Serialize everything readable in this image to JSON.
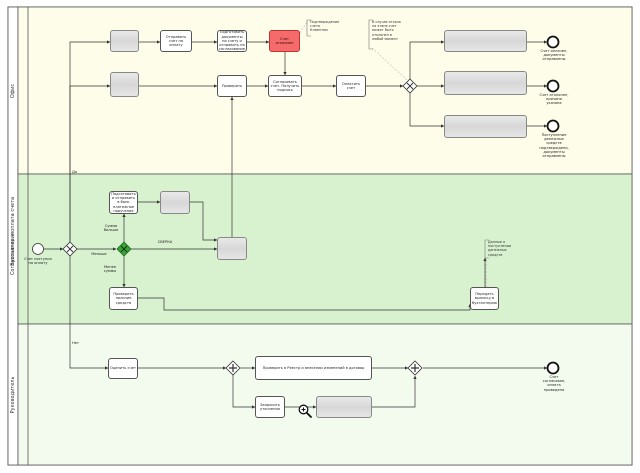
{
  "lanes": {
    "pool_label": "Согласование и оплата счета",
    "top": "Офис",
    "middle": "Бухгалтерия",
    "bottom": "Руководитель"
  },
  "tasks": {
    "t_top_1": "",
    "t_top_2": "Отправить счет на оплату",
    "t_top_3": "Подготовить документы по счету и отправить на согласование",
    "t_red": "Счет отклонен",
    "t_mid_1": "",
    "t_mid_2": "Проверить",
    "t_mid_3": "Согласовать счет. Получить подпись",
    "t_mid_4": "Оплатить счет",
    "t_end_1": "",
    "t_end_2": "",
    "t_end_3": "",
    "t_acc_1": "Подготовить и отправить в банк платежное поручение",
    "t_acc_blur": "",
    "t_acc_blur2": "",
    "t_acc_2": "Проверить наличие средств",
    "t_acc_3": "Передать выписку в бухгалтерию",
    "t_dir_1": "Оценить счет",
    "t_dir_2": "Проверить в Реестр и внесении изменений в договор",
    "t_dir_3": "Запросить уточнения",
    "t_dir_blur": ""
  },
  "notes": {
    "n1": "Подтверждение счета Клиентом",
    "n2": "В случае отказа на этапе счет может быть отклонен в любой момент",
    "n3": "Данные о поступлении денежных средств"
  },
  "end_labels": {
    "e1": "Счет оплачен, документы отправлены",
    "e2": "Счет отклонен, причина указана",
    "e3": "Поступление денежных средств подтверждено, документы отправлены",
    "e4": "Счет согласован, оплата проведена"
  },
  "flow_labels": {
    "start": "Счет поступил на оплату",
    "gw_top": "Да",
    "gw_mid_a": "Сумма больше",
    "gw_mid_b": "Меньше",
    "gw_mid_c": "СВЕРКА",
    "gw_mid_d": "Менее суммы",
    "gw_bottom": "Нет"
  },
  "colors": {
    "lane_top": "#fdfde9",
    "lane_mid": "#d8f2cf",
    "lane_bottom": "#f3fbee",
    "gateway_green": "#3aa43a"
  }
}
